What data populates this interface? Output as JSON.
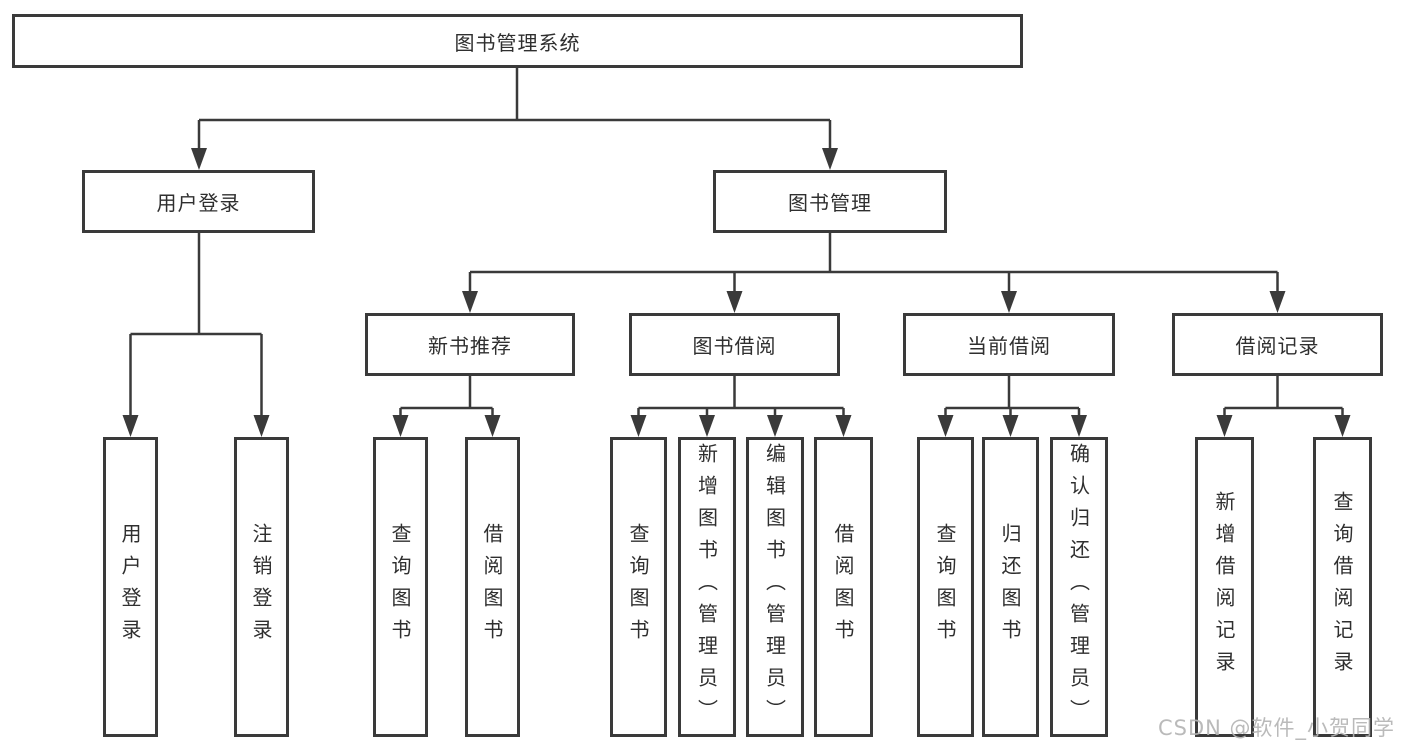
{
  "diagram": {
    "root": {
      "label": "图书管理系统",
      "children": [
        {
          "label": "用户登录",
          "children": [
            {
              "label": "用户登录"
            },
            {
              "label": "注销登录"
            }
          ]
        },
        {
          "label": "图书管理",
          "children": [
            {
              "label": "新书推荐",
              "children": [
                {
                  "label": "查询图书"
                },
                {
                  "label": "借阅图书"
                }
              ]
            },
            {
              "label": "图书借阅",
              "children": [
                {
                  "label": "查询图书"
                },
                {
                  "label": "新增图书（管理员）"
                },
                {
                  "label": "编辑图书（管理员）"
                },
                {
                  "label": "借阅图书"
                }
              ]
            },
            {
              "label": "当前借阅",
              "children": [
                {
                  "label": "查询图书"
                },
                {
                  "label": "归还图书"
                },
                {
                  "label": "确认归还（管理员）"
                }
              ]
            },
            {
              "label": "借阅记录",
              "children": [
                {
                  "label": "新增借阅记录"
                },
                {
                  "label": "查询借阅记录"
                }
              ]
            }
          ]
        }
      ]
    }
  },
  "watermark": "CSDN @软件_小贺同学",
  "colors": {
    "line": "#3a3a3a",
    "text": "#2f2f2f",
    "watermark": "#b5b5b5",
    "background": "#ffffff"
  }
}
